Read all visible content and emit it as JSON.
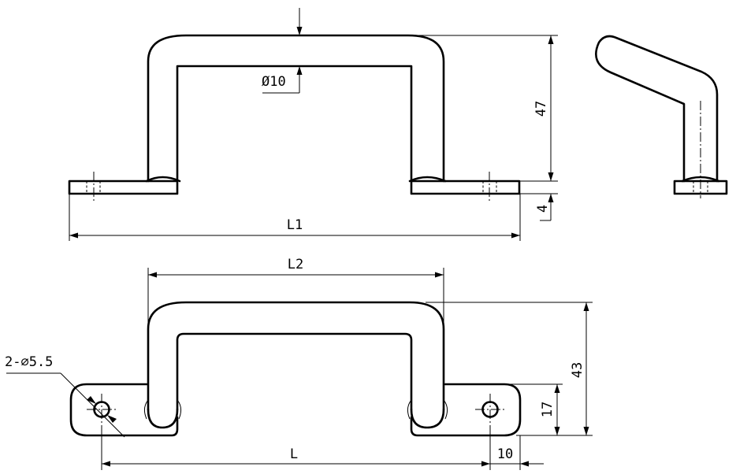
{
  "dimensions": {
    "diameter": "Ø10",
    "height_top": "47",
    "thickness": "4",
    "overall_length": "L1",
    "inner_length": "L2",
    "hole_spec": "2-⌀5.5",
    "height_bottom": "43",
    "foot_height": "17",
    "hole_length": "L",
    "edge_offset": "10"
  }
}
